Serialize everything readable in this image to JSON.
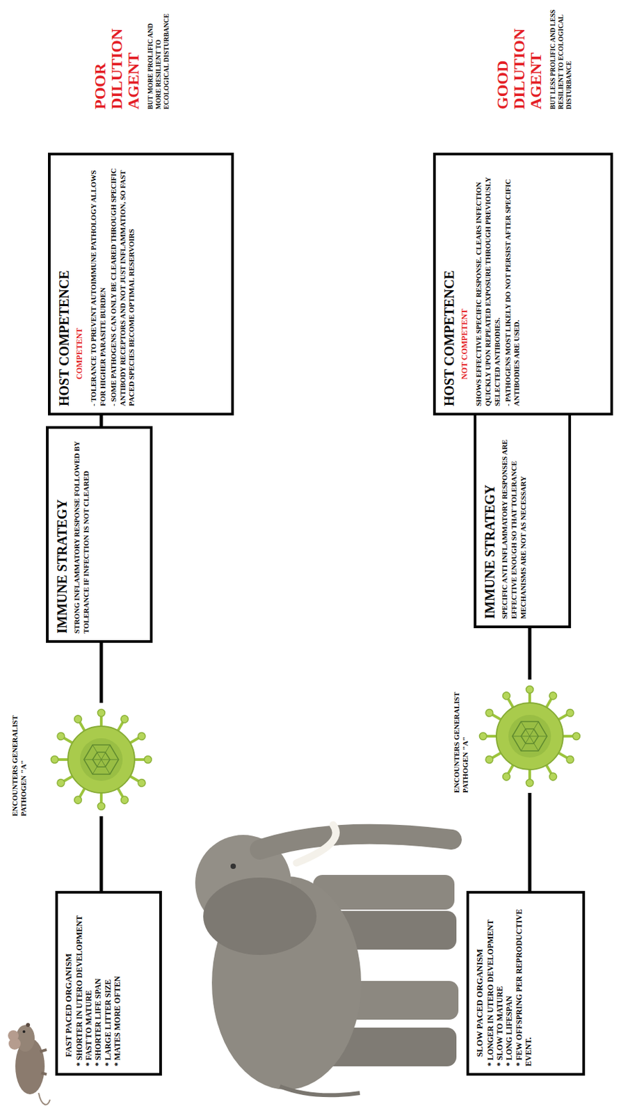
{
  "diagram": {
    "nodes": [
      {
        "text": [
          "FAST PACED ORGANISM",
          "* SHORTER IN UTERO DEVELOPMENT",
          "* FAST TO MATURE",
          "* SHORTER LIFE SPAN",
          "* LARGE LITTER SIZE",
          "* MATES MORE OFTEN"
        ]
      },
      {
        "text": [
          "ENCOUNTERS GENERALIST PATHOGEN \"A\""
        ]
      },
      {
        "text": [
          "IMMUNE STRATEGY",
          "STRONG INFLAMMATORY RESPONSE FOLLOWED BY TOLERANCE IF INFECTION IS NOT CLEARED"
        ]
      },
      {
        "text": [
          "HOST COMPETENCE",
          "COMPETENT",
          "- TOLERANCE TO PREVENT AUTOIMMUNE PATHOLOGY ALLOWS FOR HIGHER PARASITE BURDEN",
          "- SOME PATHOGENS CAN ONLY BE CLEARED THROUGH SPECIFIC ANTIBODY RECEPTORS AND NOT JUST INFLAMMATION, SO FAST PACED SPECIES BECOME OPTIMAL RESERVOIRS"
        ]
      },
      {
        "text": [
          "SLOW PACED ORGANISM",
          "* LONGER IN UTERO DEVELOPMENT",
          "* SLOW TO MATURE",
          "* LONG LIFESPAN",
          "* FEW OFFSPRING PER REPRODUCTIVE EVENT."
        ]
      },
      {
        "text": [
          "ENCOUNTERS GENERALIST PATHOGEN \"A\""
        ]
      },
      {
        "text": [
          "IMMUNE STRATEGY",
          "SPECIFIC ANTI INFLAMMATORY RESPONSES ARE EFFECTIVE ENOUGH SO THAT TOLERANCE MECHANISMS ARE NOT AS NECESSARY"
        ]
      },
      {
        "text": [
          "HOST COMPETENCE",
          "NOT COMPETENT",
          "SHOWS EFFECTIVE SPECIFIC RESPONSE. CLEARS INFECTION QUICKLY UPON REPEATED EXPOSURE THROUGH PREVIOUSLY SELECTED ANTIBODIES.",
          "- PATHOGENS MOST LIKELY DO NOT PERSIST AFTER SPECIFIC ANTIBODIES ARE USED."
        ]
      }
    ],
    "edges": [
      {
        "from": 0,
        "to": 1,
        "arrow": "none"
      },
      {
        "from": 1,
        "to": 2,
        "arrow": "none"
      },
      {
        "from": 2,
        "to": 3,
        "arrow": "none"
      },
      {
        "from": 4,
        "to": 5,
        "arrow": "none"
      },
      {
        "from": 5,
        "to": 6,
        "arrow": "none"
      },
      {
        "from": 6,
        "to": 7,
        "arrow": "none"
      }
    ],
    "labels": [
      "POOR DILUTION AGENT",
      "BUT MORE PROLIFIC AND MORE RESILIENT TO ECOLOGICAL DISTURBANCE",
      "GOOD DILUTION AGENT",
      "BUT LESS PROLIFIC AND LESS RESILIENT TO ECOLOGICAL DISTURBANCE"
    ]
  }
}
